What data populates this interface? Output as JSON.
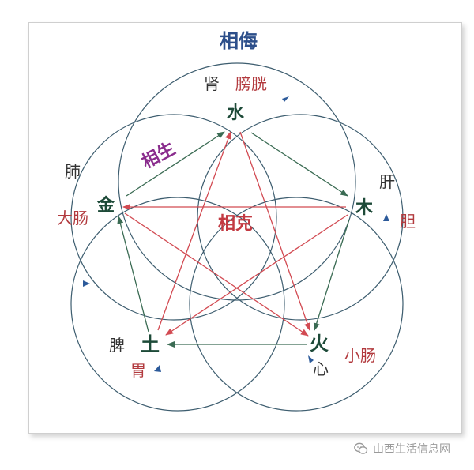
{
  "diagram": {
    "title_outer": "相侮",
    "label_generating": "相生",
    "label_overcoming": "相克",
    "elements": {
      "water": "水",
      "wood": "木",
      "fire": "火",
      "earth": "土",
      "metal": "金"
    },
    "organs": {
      "water_1": "肾",
      "water_2": "膀胱",
      "wood_1": "肝",
      "wood_2": "胆",
      "fire_1": "心",
      "fire_2": "小肠",
      "earth_1": "脾",
      "earth_2": "胃",
      "metal_1": "肺",
      "metal_2": "大肠"
    },
    "colors": {
      "outer_circle": "#3d5d6f",
      "generating_line": "#3a6b53",
      "overcoming_line": "#d24a52",
      "title_blue": "#2d4f8a",
      "purple": "#8a2c8d",
      "red_text": "#b23a3e",
      "element_green": "#1d4a38"
    }
  },
  "watermark": {
    "text": "山西生活信息网"
  }
}
